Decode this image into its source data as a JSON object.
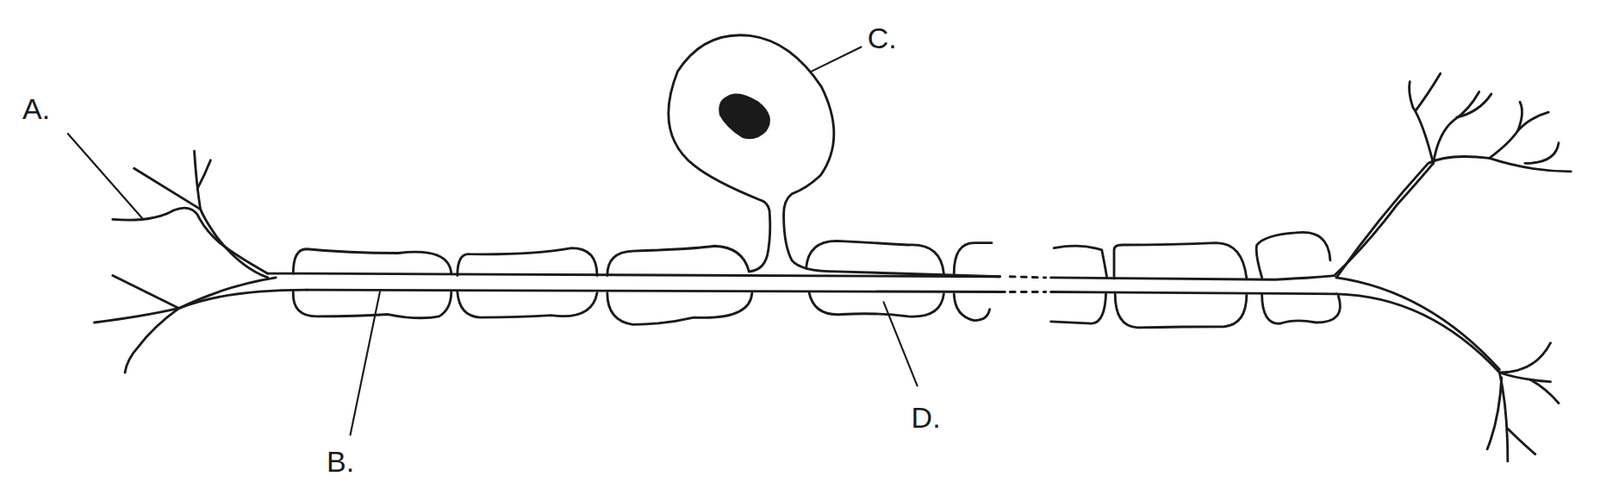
{
  "diagram": {
    "labels": [
      "A.",
      "B.",
      "C.",
      "D."
    ]
  }
}
